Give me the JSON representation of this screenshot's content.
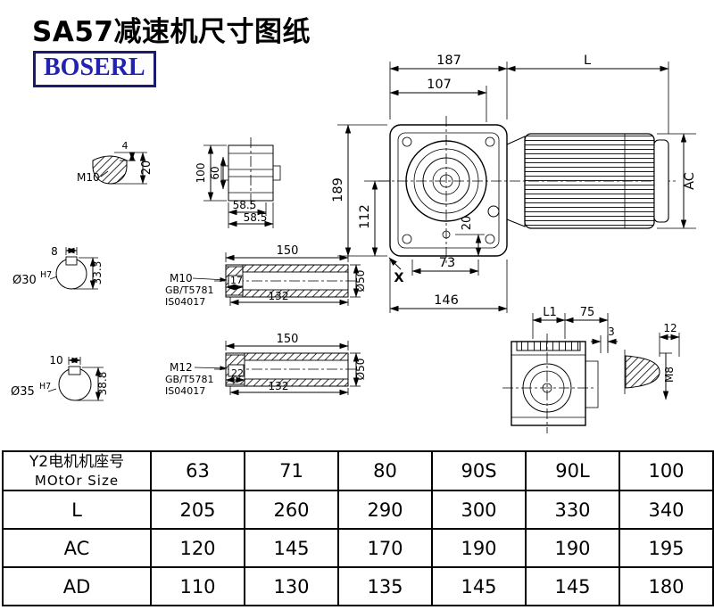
{
  "title": "SA57减速机尺寸图纸",
  "logo": "BOSERL",
  "views": {
    "main": {
      "w187": "187",
      "L": "L",
      "w107": "107",
      "h189": "189",
      "h112": "112",
      "h20": "20",
      "w73": "73",
      "w146": "146",
      "ac": "AC",
      "x_mark": "X"
    },
    "key1": {
      "m10": "M10",
      "d4": "4",
      "d20": "20"
    },
    "hub": {
      "d100": "100",
      "d60": "60",
      "d585a": "58.5",
      "d585b": "58.5"
    },
    "bore30": {
      "d8": "8",
      "label": "Ø30",
      "sup": "H7",
      "d333": "33.3"
    },
    "bore35_label": "Ø35",
    "bore35": {
      "d10": "10",
      "label": "Ø35",
      "sup": "H7",
      "d388": "38.8"
    },
    "shaft1": {
      "d150": "150",
      "thread": "M10",
      "gb": "GB/T5781",
      "iso": "IS04017",
      "d17": "17",
      "d132": "132",
      "dia": "Ø50"
    },
    "shaft2": {
      "d150": "150",
      "thread": "M12",
      "gb": "GB/T5781",
      "iso": "IS04017",
      "d22": "22",
      "d132": "132",
      "dia": "Ø50"
    },
    "rear": {
      "l1": "L1",
      "d75": "75",
      "d3": "3",
      "d12": "12",
      "m8": "M8"
    }
  },
  "table": {
    "header": {
      "label_cn": "Y2电机机座号",
      "label_en": "MOtOr Size",
      "values": [
        "63",
        "71",
        "80",
        "90S",
        "90L",
        "100"
      ]
    },
    "rows": [
      {
        "label": "L",
        "values": [
          "205",
          "260",
          "290",
          "300",
          "330",
          "340"
        ]
      },
      {
        "label": "AC",
        "values": [
          "120",
          "145",
          "170",
          "190",
          "190",
          "195"
        ]
      },
      {
        "label": "AD",
        "values": [
          "110",
          "130",
          "135",
          "145",
          "145",
          "180"
        ]
      }
    ]
  }
}
